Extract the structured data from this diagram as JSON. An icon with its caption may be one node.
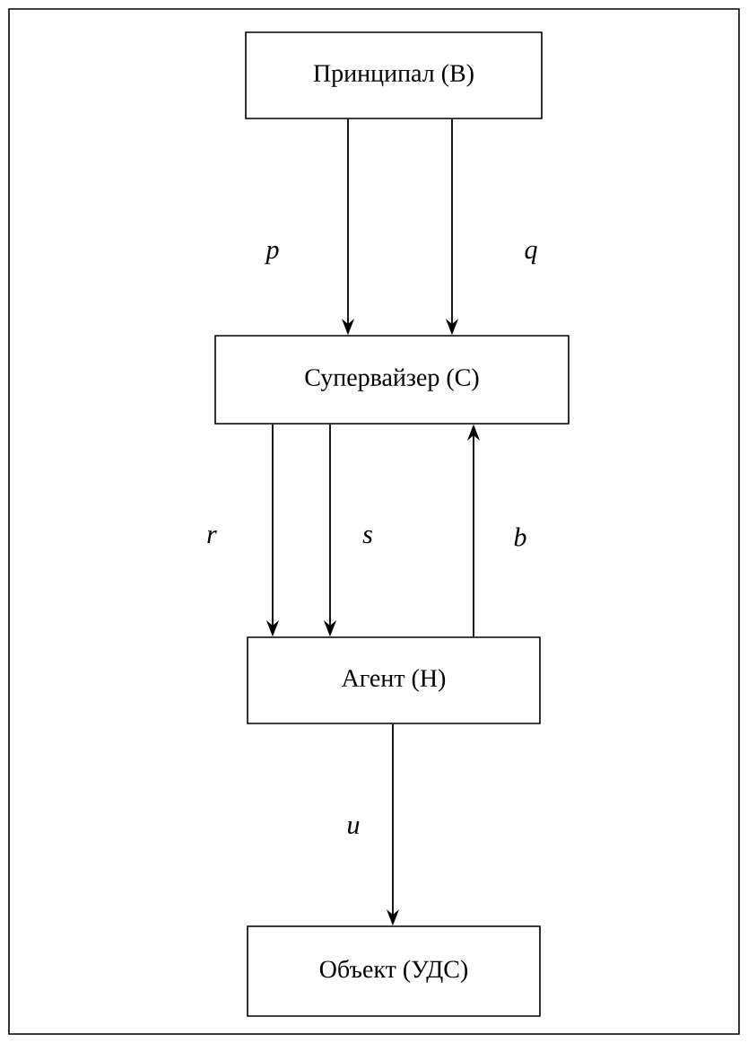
{
  "diagram": {
    "nodes": [
      {
        "text": [
          "Принципал (В)"
        ]
      },
      {
        "text": [
          "Супервайзер (С)"
        ]
      },
      {
        "text": [
          "Агент (Н)"
        ]
      },
      {
        "text": [
          "Объект (УДС)"
        ]
      }
    ],
    "edges": [
      {
        "from": 0,
        "to": 1,
        "arrow": "to",
        "label": "*p*"
      },
      {
        "from": 0,
        "to": 1,
        "arrow": "to",
        "label": "*q*"
      },
      {
        "from": 1,
        "to": 2,
        "arrow": "to",
        "label": "*r*"
      },
      {
        "from": 1,
        "to": 2,
        "arrow": "to",
        "label": "*s*"
      },
      {
        "from": 2,
        "to": 1,
        "arrow": "to",
        "label": "*b*"
      },
      {
        "from": 2,
        "to": 3,
        "arrow": "to",
        "label": "*u*"
      }
    ]
  }
}
